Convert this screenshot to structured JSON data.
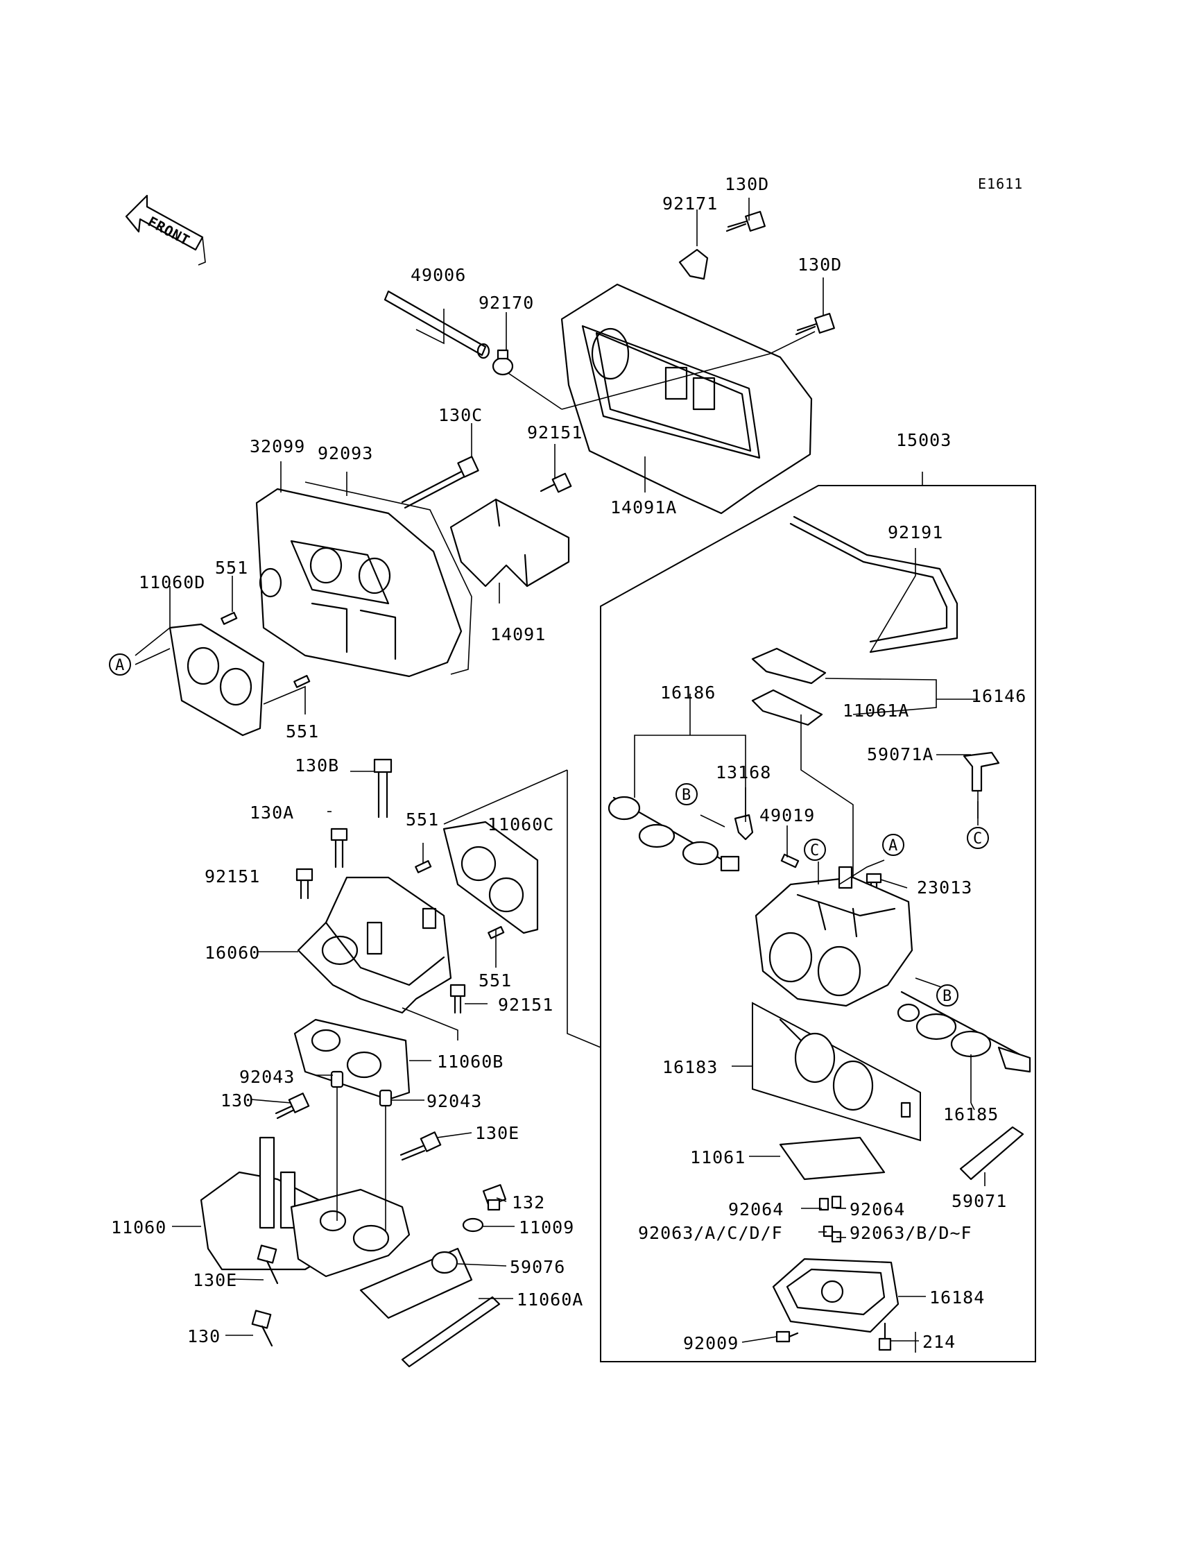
{
  "diagram_code": "E1611",
  "front_label": "FRONT",
  "part_labels": {
    "p_92171": "92171",
    "p_130D_top": "130D",
    "p_130D_mid": "130D",
    "p_49006": "49006",
    "p_92170": "92170",
    "p_130C": "130C",
    "p_92151_top": "92151",
    "p_32099": "32099",
    "p_92093": "92093",
    "p_14091A": "14091A",
    "p_15003": "15003",
    "p_92191": "92191",
    "p_551_top": "551",
    "p_11060D": "11060D",
    "p_14091": "14091",
    "p_551_left": "551",
    "p_16146": "16146",
    "p_11061A": "11061A",
    "p_16186": "16186",
    "p_59071A": "59071A",
    "p_130B": "130B",
    "p_13168": "13168",
    "p_130A": "130A",
    "p_551_mid": "551",
    "p_11060C": "11060C",
    "p_49019": "49019",
    "p_92151_left": "92151",
    "p_23013": "23013",
    "p_16060": "16060",
    "p_551_low": "551",
    "p_92151_right": "92151",
    "p_11060B": "11060B",
    "p_16183": "16183",
    "p_92043_left": "92043",
    "p_92043_right": "92043",
    "p_130_upper": "130",
    "p_16185": "16185",
    "p_130E_right": "130E",
    "p_11061": "11061",
    "p_59071": "59071",
    "p_132": "132",
    "p_92064_left": "92064",
    "p_92064_right": "92064",
    "p_11060": "11060",
    "p_11009": "11009",
    "p_92063_left": "92063/A/C/D/F",
    "p_92063_right": "92063/B/D~F",
    "p_59076": "59076",
    "p_130E_left": "130E",
    "p_16184": "16184",
    "p_11060A": "11060A",
    "p_130_lower": "130",
    "p_92009": "92009",
    "p_214": "214"
  },
  "reference_markers": {
    "a_left": "A",
    "a_right": "A",
    "b_upper": "B",
    "b_right": "B",
    "c_mid": "C",
    "c_right": "C"
  }
}
